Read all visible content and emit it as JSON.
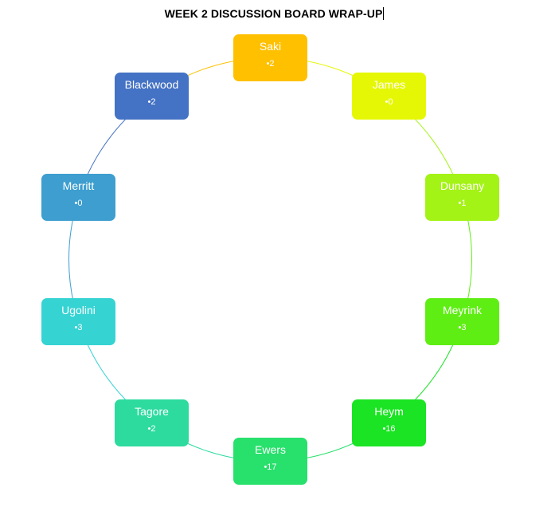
{
  "title": "WEEK 2 DISCUSSION BOARD WRAP-UP",
  "nodes": [
    {
      "name": "Saki",
      "count": "•2",
      "color": "#FFC000"
    },
    {
      "name": "James",
      "count": "•0",
      "color": "#E6F706"
    },
    {
      "name": "Dunsany",
      "count": "•1",
      "color": "#A4F316"
    },
    {
      "name": "Meyrink",
      "count": "•3",
      "color": "#5FEE14"
    },
    {
      "name": "Heym",
      "count": "•16",
      "color": "#1AE423"
    },
    {
      "name": "Ewers",
      "count": "•17",
      "color": "#28E06C"
    },
    {
      "name": "Tagore",
      "count": "•2",
      "color": "#2DDB9F"
    },
    {
      "name": "Ugolini",
      "count": "•3",
      "color": "#36D3D3"
    },
    {
      "name": "Merritt",
      "count": "•0",
      "color": "#3D9ECF"
    },
    {
      "name": "Blackwood",
      "count": "•2",
      "color": "#4472C4"
    }
  ]
}
